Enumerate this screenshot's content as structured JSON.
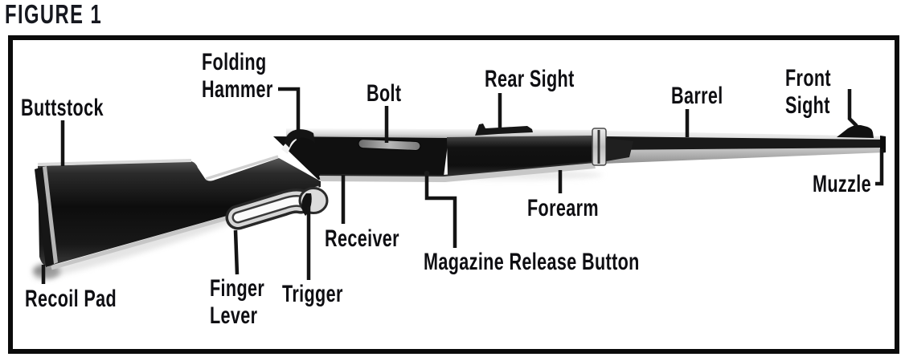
{
  "figure_title": "FIGURE 1",
  "colors": {
    "frame_border": "#0b0b0b",
    "label_text": "#0e0e12",
    "leader_line": "#141414",
    "metal_dark": "#101010",
    "wood_dark": "#0d0d0d"
  },
  "labels": [
    {
      "id": "buttstock",
      "text": "Buttstock"
    },
    {
      "id": "folding-hammer",
      "text": "Folding\nHammer"
    },
    {
      "id": "bolt",
      "text": "Bolt"
    },
    {
      "id": "rear-sight",
      "text": "Rear Sight"
    },
    {
      "id": "barrel",
      "text": "Barrel"
    },
    {
      "id": "front-sight",
      "text": "Front Sight"
    },
    {
      "id": "muzzle",
      "text": "Muzzle"
    },
    {
      "id": "forearm",
      "text": "Forearm"
    },
    {
      "id": "magazine-release-button",
      "text": "Magazine Release Button"
    },
    {
      "id": "receiver",
      "text": "Receiver"
    },
    {
      "id": "trigger",
      "text": "Trigger"
    },
    {
      "id": "finger-lever",
      "text": "Finger\nLever"
    },
    {
      "id": "recoil-pad",
      "text": "Recoil Pad"
    }
  ]
}
